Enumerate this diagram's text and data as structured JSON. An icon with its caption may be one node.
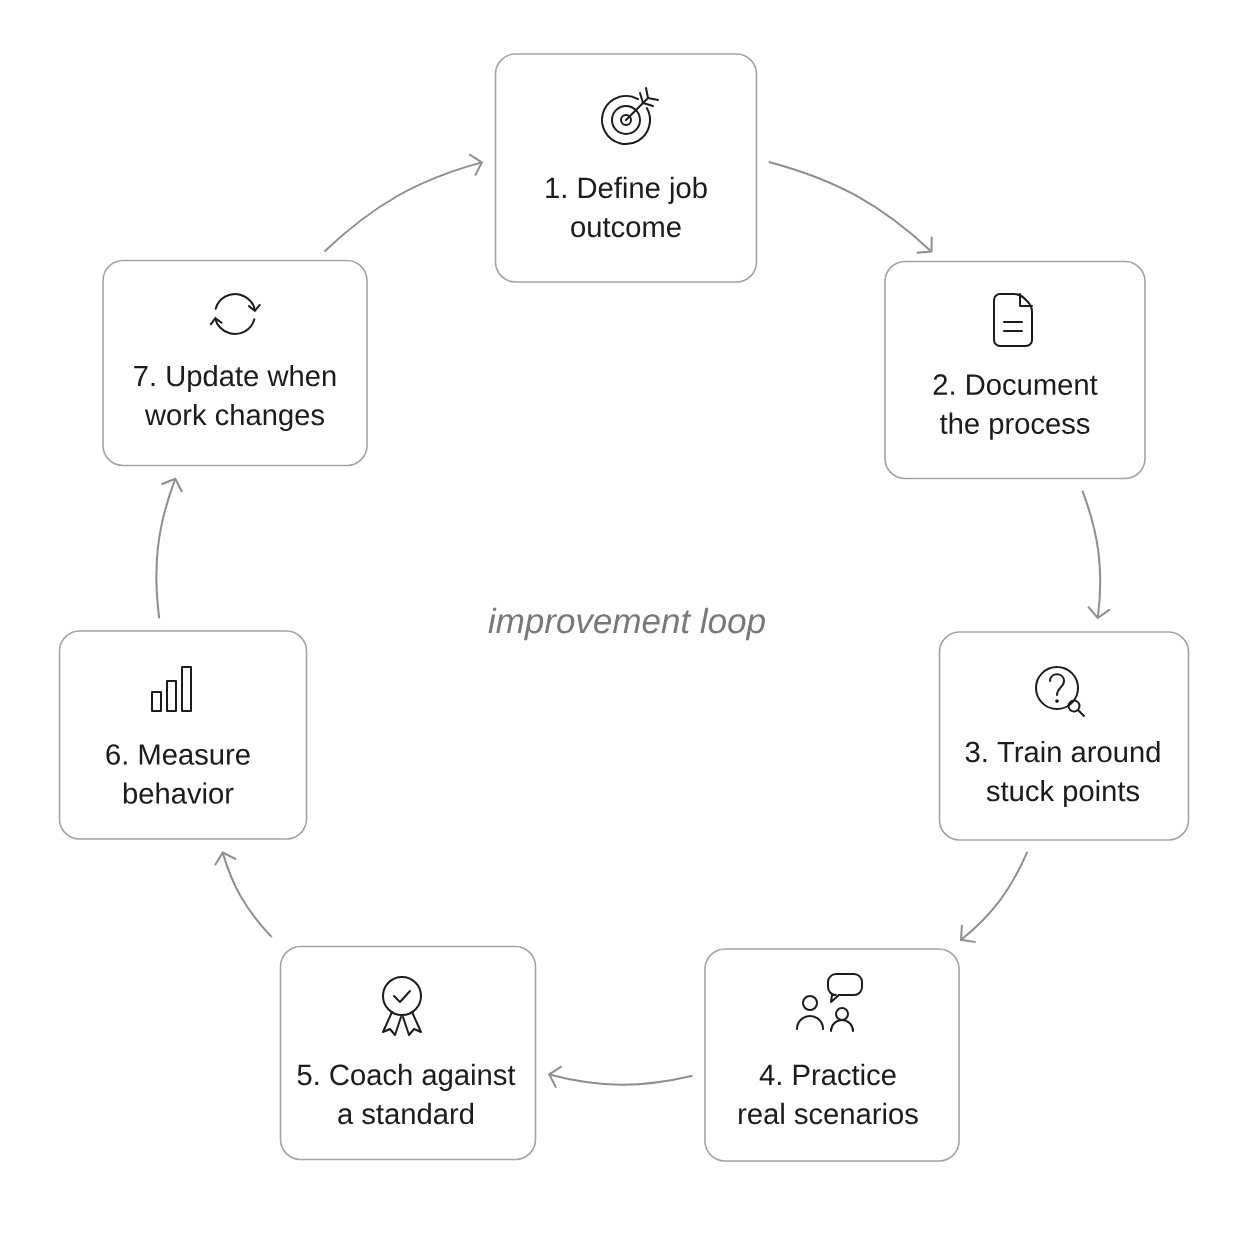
{
  "diagram": {
    "nodes": [
      {
        "text": [
          "1. Define job outcome"
        ]
      },
      {
        "text": [
          "2. Document the process"
        ]
      },
      {
        "text": [
          "3. Train around stuck points"
        ]
      },
      {
        "text": [
          "4. Practice real scenarios"
        ]
      },
      {
        "text": [
          "5. Coach against a standard"
        ]
      },
      {
        "text": [
          "6. Measure behavior"
        ]
      },
      {
        "text": [
          "7. Update when work changes"
        ]
      }
    ],
    "edges": [
      {
        "from": 0,
        "to": 1,
        "arrow": "to"
      },
      {
        "from": 1,
        "to": 2,
        "arrow": "to"
      },
      {
        "from": 2,
        "to": 3,
        "arrow": "to"
      },
      {
        "from": 3,
        "to": 4,
        "arrow": "to"
      },
      {
        "from": 4,
        "to": 5,
        "arrow": "to"
      },
      {
        "from": 5,
        "to": 6,
        "arrow": "to"
      },
      {
        "from": 6,
        "to": 0,
        "arrow": "to"
      }
    ],
    "labels": [
      "improvement loop"
    ]
  }
}
